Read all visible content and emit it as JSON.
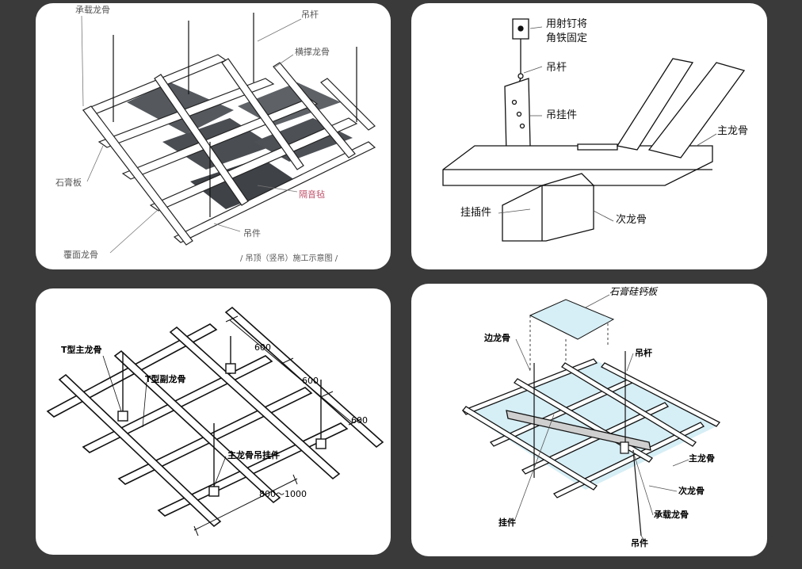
{
  "panel1": {
    "labels": {
      "bearing_keel": "承载龙骨",
      "hanger_rod": "吊杆",
      "cross_brace_keel": "横撑龙骨",
      "gypsum_board": "石膏板",
      "sound_felt": "隔音毡",
      "hanger_piece": "吊件",
      "cover_keel": "覆面龙骨"
    },
    "caption": "/ 吊顶（竖吊）施工示意图 /"
  },
  "panel2": {
    "labels": {
      "nail_fix": "用射钉将",
      "nail_fix_2": "角铁固定",
      "hanger_rod": "吊杆",
      "hanger_fitting": "吊挂件",
      "main_keel": "主龙骨",
      "plug_fitting": "挂插件",
      "secondary_keel": "次龙骨"
    }
  },
  "panel3": {
    "labels": {
      "t_main_keel": "T型主龙骨",
      "t_sub_keel": "T型副龙骨",
      "main_keel_hanger": "主龙骨吊挂件",
      "dim_600_a": "600",
      "dim_600_b": "600",
      "dim_600_c": "600",
      "dim_800_1000": "800～1000"
    }
  },
  "panel4": {
    "labels": {
      "calcium_silicate_board": "石膏硅钙板",
      "edge_keel": "边龙骨",
      "hanger_rod": "吊杆",
      "main_keel": "主龙骨",
      "secondary_keel": "次龙骨",
      "hanging_piece": "挂件",
      "bearing_keel": "承载龙骨",
      "hanger_piece": "吊件"
    }
  },
  "colors": {
    "background": "#3a3a3a",
    "panel": "#ffffff",
    "panel4_fill": "#d6eef5",
    "panel1_board": "#4a4d52"
  }
}
